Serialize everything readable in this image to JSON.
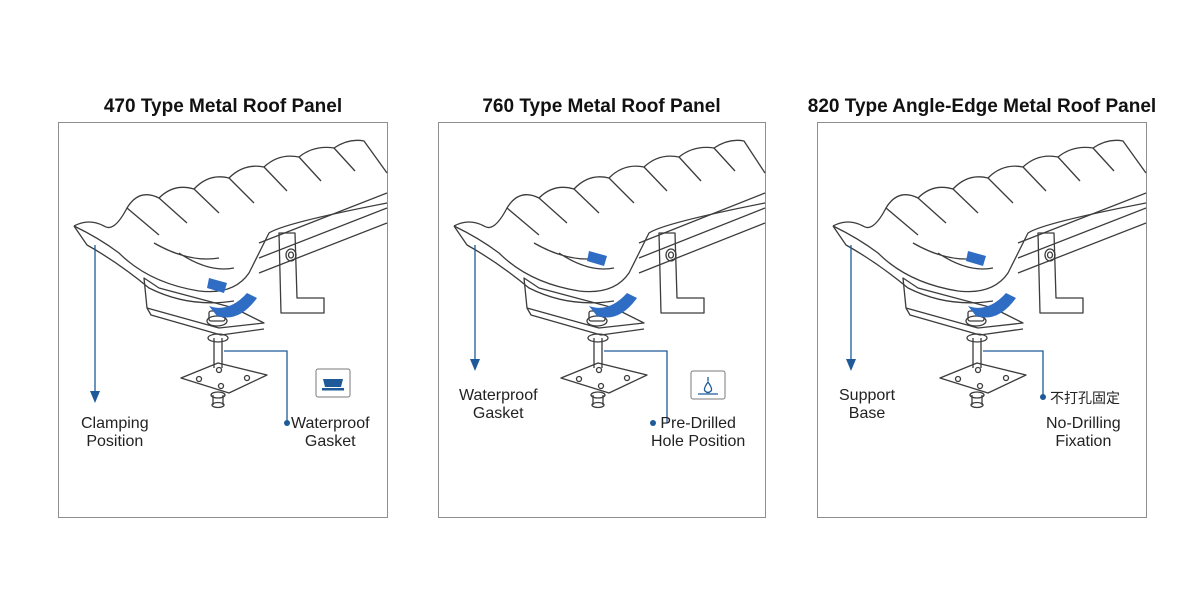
{
  "colors": {
    "accent": "#2f6cc4",
    "callout": "#1e5a99",
    "line": "#3c3c3c",
    "frame": "#8e8e8e"
  },
  "panels": [
    {
      "title": "470 Type Metal Roof Panel",
      "icon": "gasket-icon",
      "left_label": [
        "Clamping",
        "Position"
      ],
      "right_label": [
        "Waterproof",
        "Gasket"
      ]
    },
    {
      "title": "760 Type Metal Roof Panel",
      "icon": "drop-icon",
      "left_label": [
        "Waterproof",
        "Gasket"
      ],
      "right_label": [
        "Pre-Drilled",
        "Hole Position"
      ]
    },
    {
      "title": "820 Type Angle-Edge Metal Roof Panel",
      "icon": "none",
      "left_label": [
        "Support",
        "Base"
      ],
      "right_tag": "不打孔固定",
      "right_label": [
        "No-Drilling",
        "Fixation"
      ]
    }
  ]
}
